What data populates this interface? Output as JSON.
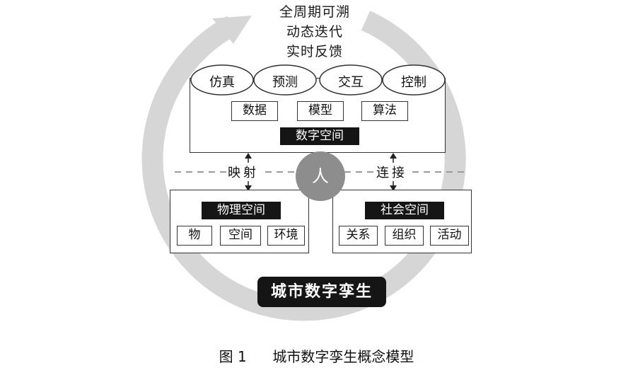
{
  "top_text": [
    "全周期可溯",
    "动态迭代",
    "实时反馈"
  ],
  "digital_space": {
    "ovals": [
      "仿真",
      "预测",
      "交互",
      "控制"
    ],
    "chips": [
      "数据",
      "模型",
      "算法"
    ],
    "label": "数字空间"
  },
  "connectors": {
    "left": "映射",
    "right": "连接"
  },
  "center": "人",
  "physical_space": {
    "label": "物理空间",
    "chips": [
      "物",
      "空间",
      "环境"
    ]
  },
  "social_space": {
    "label": "社会空间",
    "chips": [
      "关系",
      "组织",
      "活动"
    ]
  },
  "footer_label": "城市数字孪生",
  "caption": {
    "figure_no": "图 1",
    "title": "城市数字孪生概念模型"
  }
}
